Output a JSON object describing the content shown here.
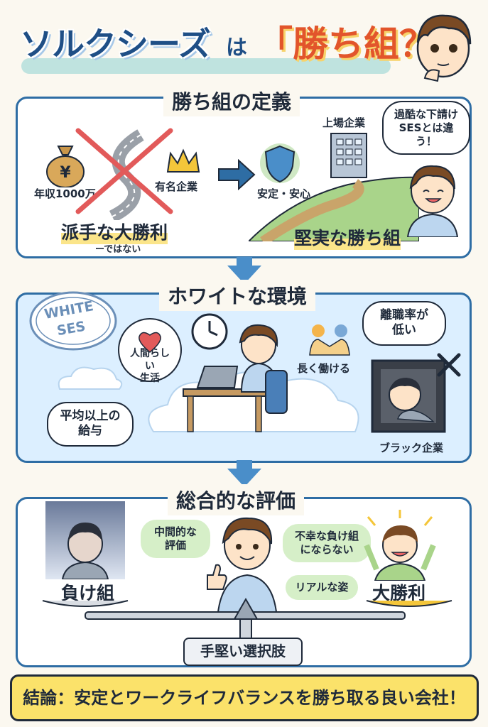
{
  "title": {
    "main": "ソルクシーズ",
    "particle": "は",
    "open_bracket": "「",
    "highlight": "勝ち組？",
    "close_bracket": "」"
  },
  "section1": {
    "heading": "勝ち組の定義",
    "income_label": "年収1000万",
    "famous_label": "有名企業",
    "flashy_label": "派手な大勝利",
    "not_label": "ーではない",
    "safety_label": "安定・安心",
    "listed_label": "上場企業",
    "bubble": "過酷な下請け\nSESとは違う！",
    "solid_label": "堅実な勝ち組"
  },
  "section2": {
    "heading": "ホワイトな環境",
    "stamp_top": "WHITE",
    "stamp_bottom": "SES",
    "human_life": "人間らしい\n生活",
    "long_work": "長く働ける",
    "low_turnover": "離職率が\n低い",
    "above_salary": "平均以上の\n給与",
    "black_company": "ブラック企業"
  },
  "section3": {
    "heading": "総合的な評価",
    "loser": "負け組",
    "middle_eval": "中間的な\n評価",
    "not_unhappy": "不幸な負け組\nにならない",
    "real_figure": "リアルな姿",
    "big_win": "大勝利",
    "solid_choice": "手堅い選択肢"
  },
  "footer": "結論：安定とワークライフバランスを勝ち取る良い会社！",
  "colors": {
    "accent_blue": "#2e6da4",
    "title_blue": "#1f4f86",
    "accent_orange": "#e2552b",
    "highlight_yellow": "#fbe58a",
    "bubble_green": "#d6efc8"
  },
  "icons": [
    "money-bag-icon",
    "crown-icon",
    "cross-mark-icon",
    "shield-icon",
    "building-icon",
    "heart-icon",
    "clock-icon",
    "laptop-icon",
    "handshake-icon",
    "x-mark-icon",
    "scale-icon",
    "thumbs-up-icon"
  ]
}
